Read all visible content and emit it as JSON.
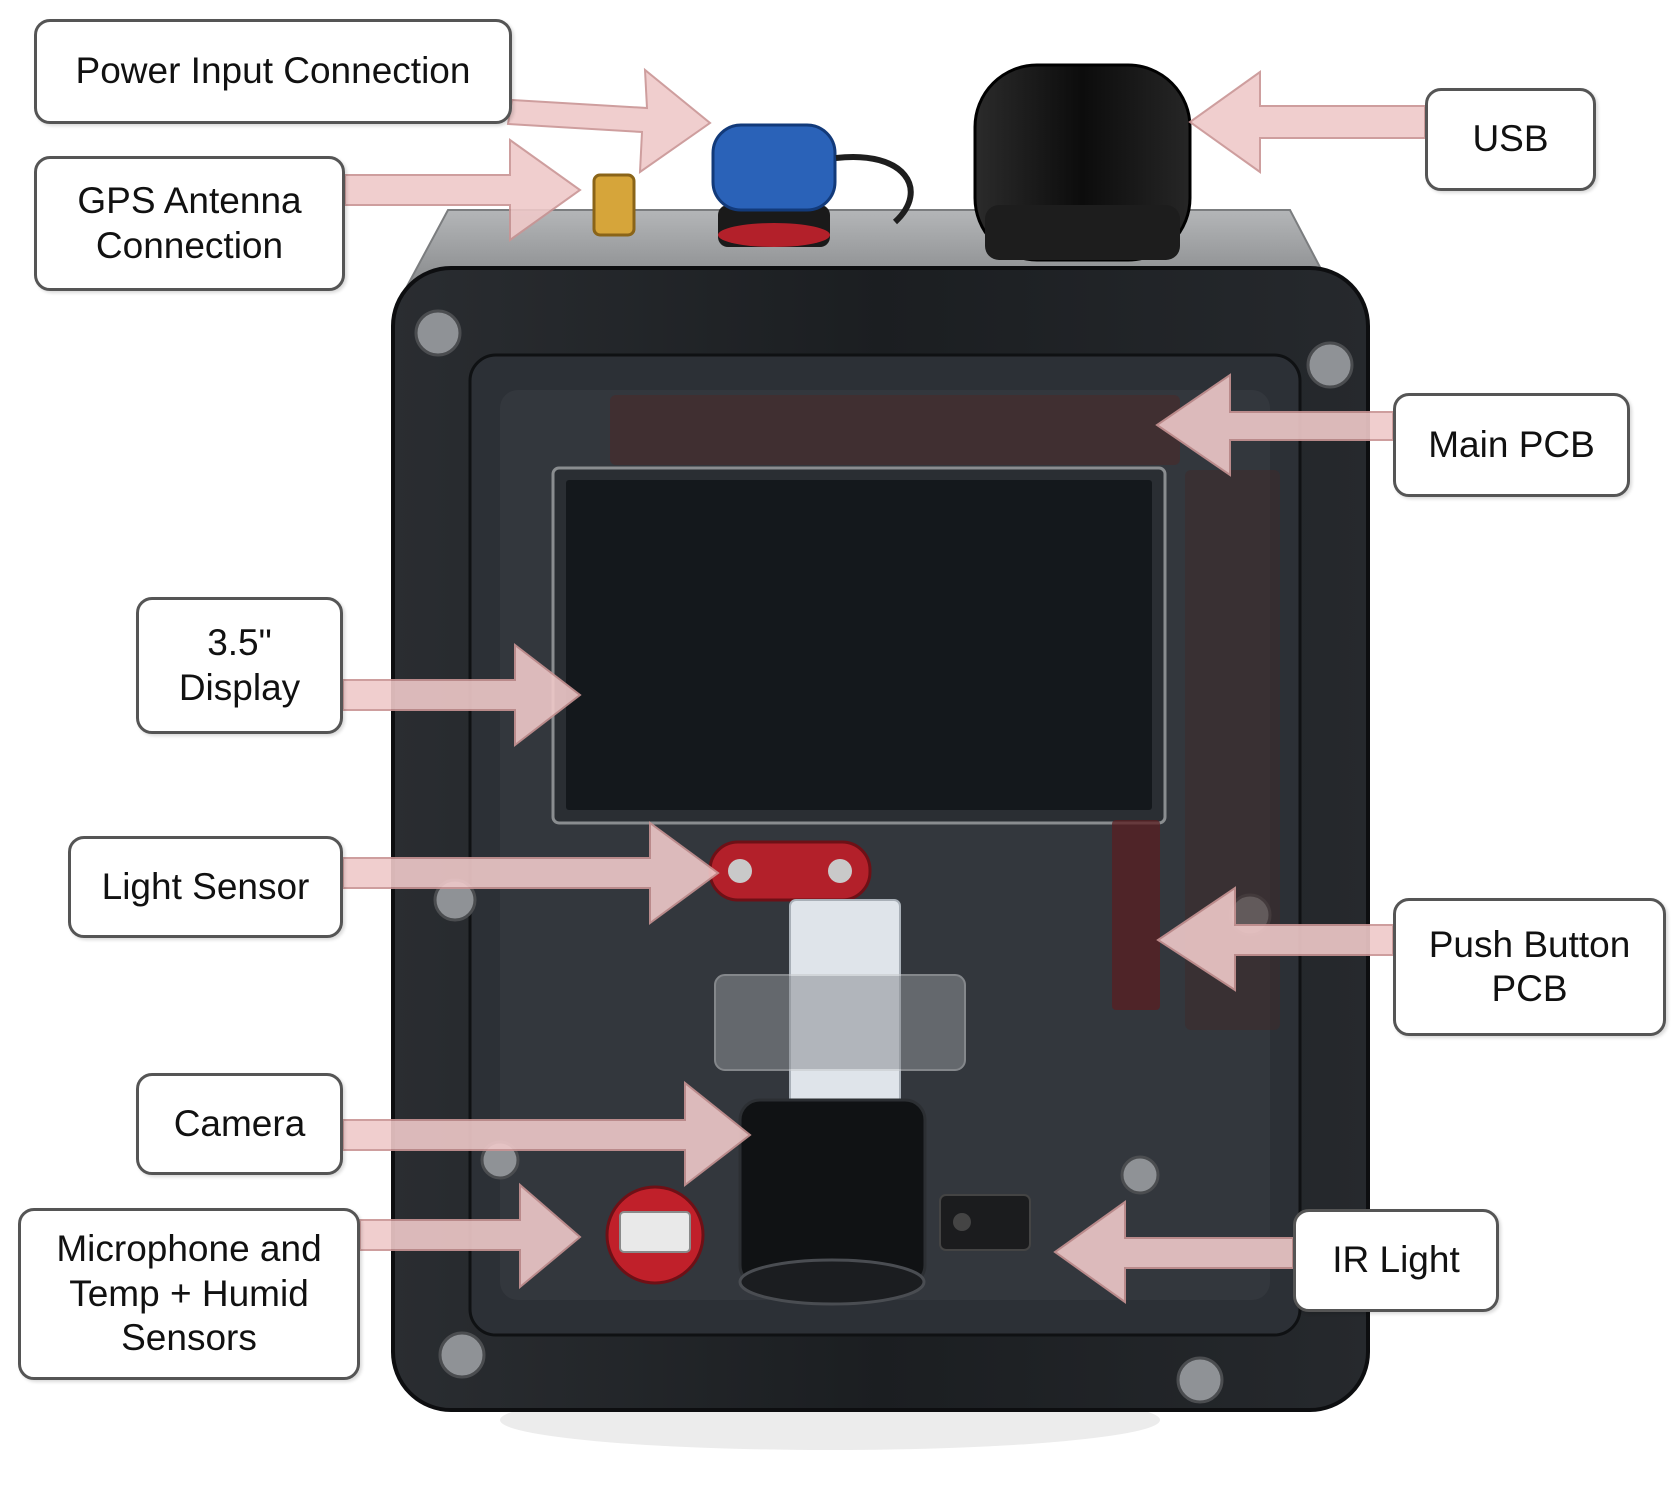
{
  "labels": {
    "power_input": [
      "Power Input Connection"
    ],
    "gps": [
      "GPS Antenna",
      "Connection"
    ],
    "usb": [
      "USB"
    ],
    "main_pcb": [
      "Main PCB"
    ],
    "display": [
      "3.5\"",
      "Display"
    ],
    "light_sensor": [
      "Light Sensor"
    ],
    "push_button": [
      "Push Button",
      "PCB"
    ],
    "camera": [
      "Camera"
    ],
    "microphone": [
      "Microphone and",
      "Temp + Humid",
      "Sensors"
    ],
    "ir_light": [
      "IR Light"
    ]
  },
  "colors": {
    "arrow_fill": "#efc9c9",
    "arrow_stroke": "#c99494",
    "label_border": "#555555",
    "enclosure": "#1f2226",
    "lid": "#9a9c9e",
    "screen": "#14181c",
    "sensor_board": "#b3202a",
    "usb_cap": "#141414",
    "power_cap": "#2a62b8",
    "gps_connector": "#d6a53a"
  }
}
